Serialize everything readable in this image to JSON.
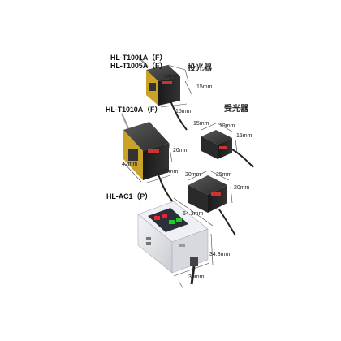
{
  "products": {
    "t1001a": "HL-T1001A（F）",
    "t1005a": "HL-T1005A（F）",
    "t1010a": "HL-T1010A（F）",
    "ac1": "HL-AC1（P）"
  },
  "groups": {
    "emitter": "投光器",
    "receiver": "受光器"
  },
  "dims": {
    "t1001_width": "34mm",
    "t1001_height": "15mm",
    "t1001_depth": "15mm",
    "t1010_depth": "42mm",
    "t1010_height": "20mm",
    "t1010_width": "20mm",
    "rx_small_w": "15mm",
    "rx_small_d": "19mm",
    "rx_small_h": "15mm",
    "rx_large_w": "20mm",
    "rx_large_d": "25mm",
    "rx_large_h": "20mm",
    "amp_length": "64.3mm",
    "amp_height": "34.3mm",
    "amp_width": "30mm"
  },
  "colors": {
    "sensor_body": "#1e1e1e",
    "sensor_face": "#c9a227",
    "amp_body": "#e4e6ea",
    "display": "#2a2f3a"
  }
}
